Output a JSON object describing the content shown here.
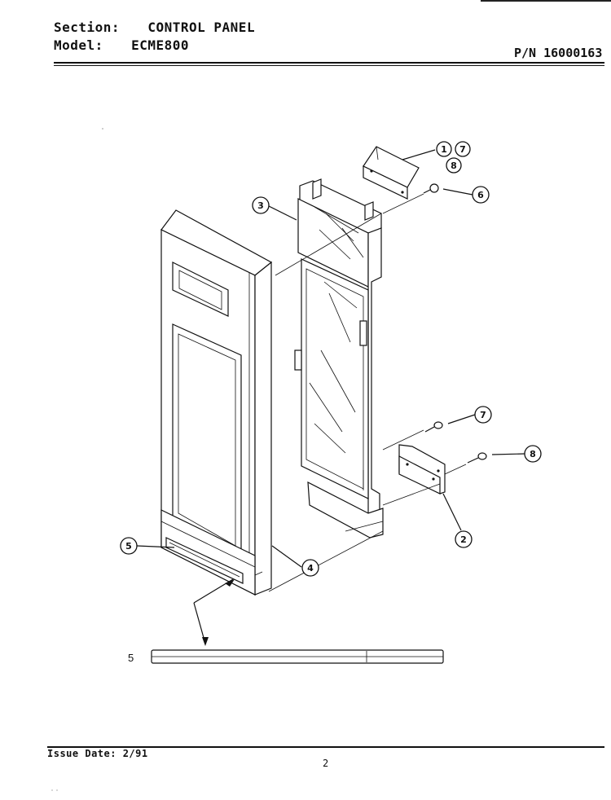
{
  "header": {
    "section_label": "Section:",
    "section_value": "CONTROL PANEL",
    "model_label": "Model:",
    "model_value": "ECME800",
    "part_number": "P/N 16000163"
  },
  "footer": {
    "issue_date": "Issue Date: 2/91",
    "page_number": "2"
  },
  "callouts": [
    "1",
    "7",
    "8",
    "6",
    "3",
    "7",
    "8",
    "2",
    "5",
    "4"
  ],
  "loose_part_label": "5"
}
